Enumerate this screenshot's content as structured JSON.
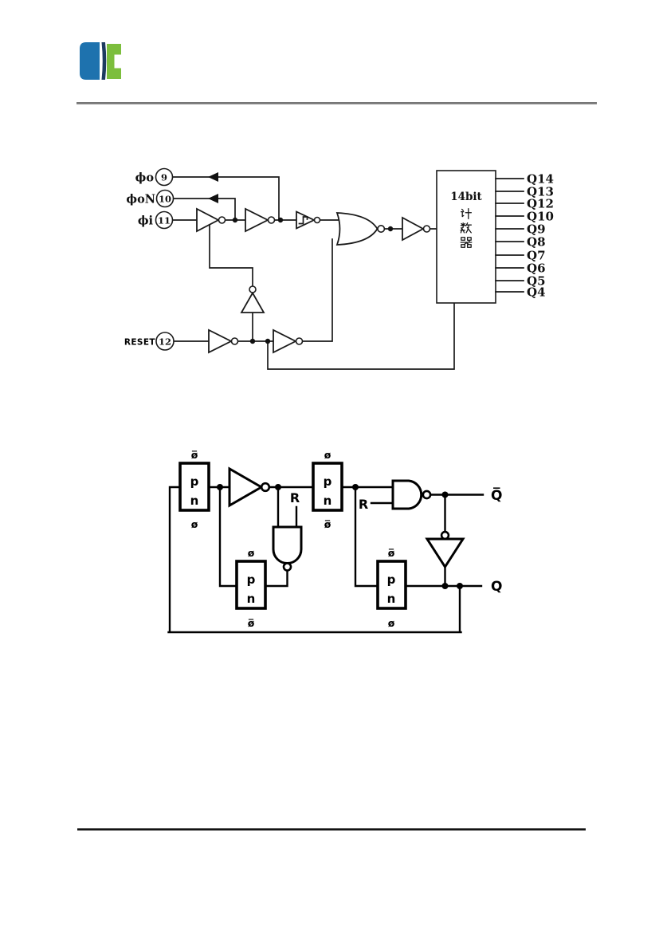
{
  "logo": {
    "blue": "#1E72AE",
    "navy": "#1D3B5F",
    "green": "#7CBE3D"
  },
  "rules": {
    "top_color": "#777777",
    "bottom_color": "#131313"
  },
  "oscillator": {
    "inputs": [
      {
        "label": "ϕo",
        "pin": "9"
      },
      {
        "label": "ϕoN",
        "pin": "10"
      },
      {
        "label": "ϕi",
        "pin": "11"
      },
      {
        "label": "RESET",
        "pin": "12"
      }
    ],
    "counter_block": {
      "line1": "14bit",
      "cjk": "计数器"
    },
    "outputs": [
      "Q14",
      "Q13",
      "Q12",
      "Q10",
      "Q9",
      "Q8",
      "Q7",
      "Q6",
      "Q5",
      "Q4"
    ]
  },
  "flipflop": {
    "tg_top_left": {
      "top": "ø̅",
      "p": "p",
      "n": "n",
      "bottom": "ø"
    },
    "tg_bottom_left": {
      "top": "ø",
      "p": "p",
      "n": "n",
      "bottom": "ø̅"
    },
    "tg_top_mid": {
      "top": "ø",
      "p": "p",
      "n": "n",
      "bottom": "ø̅"
    },
    "tg_bottom_right": {
      "top": "ø̅",
      "p": "p",
      "n": "n",
      "bottom": "ø"
    },
    "reset_a": "R",
    "reset_b": "R",
    "out_qbar": "Q̅",
    "out_q": "Q"
  }
}
